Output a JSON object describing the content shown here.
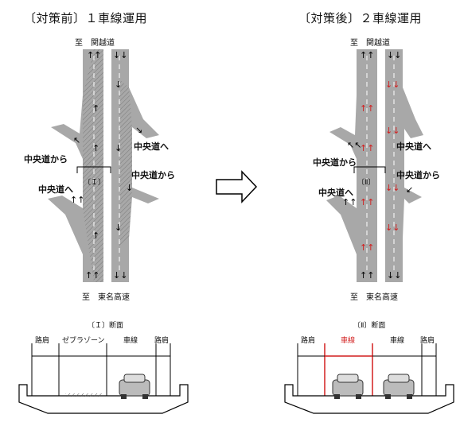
{
  "before": {
    "title": "〔対策前〕１車線運用",
    "dest_north": "至　関越道",
    "dest_south": "至　東名高速",
    "ramp_labels": {
      "left_on": "中央道から",
      "left_off": "中央道へ",
      "right_off": "中央道へ",
      "right_on": "中央道から"
    },
    "section_marker": "〔Ｉ〕",
    "cross_section": {
      "title": "〔Ｉ〕断面",
      "labels": [
        "路肩",
        "ゼブラゾーン",
        "車線",
        "路肩"
      ]
    }
  },
  "after": {
    "title": "〔対策後〕２車線運用",
    "dest_north": "至　関越道",
    "dest_south": "至　東名高速",
    "ramp_labels": {
      "left_on": "中央道から",
      "left_off": "中央道へ",
      "right_off": "中央道へ",
      "right_on": "中央道から"
    },
    "section_marker": "〔Ⅱ〕",
    "cross_section": {
      "title": "〔Ⅱ〕断面",
      "labels": [
        "路肩",
        "車線",
        "車線",
        "路肩"
      ]
    }
  },
  "colors": {
    "highlight": "#d21f1f",
    "road": "#9e9e9e",
    "road_light": "#c9c9c9"
  }
}
